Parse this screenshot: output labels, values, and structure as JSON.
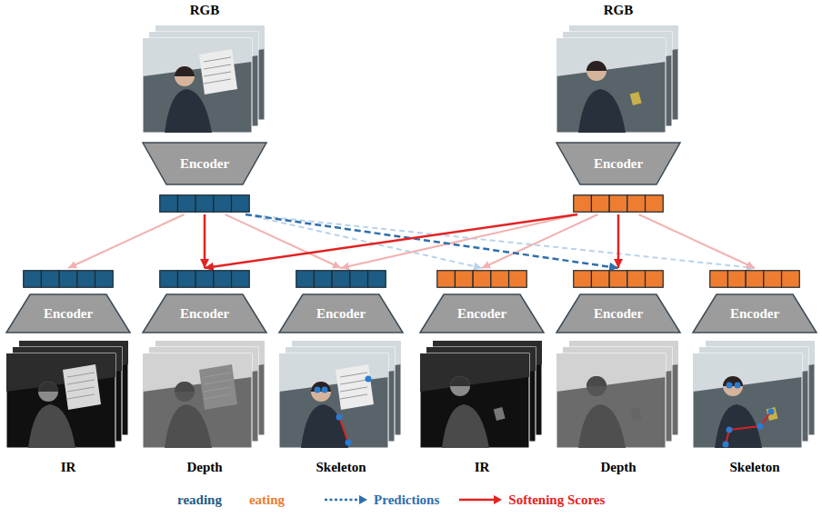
{
  "diagram": {
    "nodes": [
      {
        "text": [
          "RGB",
          "Encoder"
        ]
      },
      {
        "text": [
          "RGB",
          "Encoder"
        ]
      },
      {
        "text": [
          "Encoder",
          "IR"
        ]
      },
      {
        "text": [
          "Encoder",
          "Depth"
        ]
      },
      {
        "text": [
          "Encoder",
          "Skeleton"
        ]
      },
      {
        "text": [
          "Encoder",
          "IR"
        ]
      },
      {
        "text": [
          "Encoder",
          "Depth"
        ]
      },
      {
        "text": [
          "Encoder",
          "Skeleton"
        ]
      }
    ],
    "edges": [
      {
        "from": 0,
        "to": 2,
        "arrow": "to"
      },
      {
        "from": 0,
        "to": 3,
        "arrow": "to"
      },
      {
        "from": 0,
        "to": 4,
        "arrow": "to"
      },
      {
        "from": 0,
        "to": 5,
        "arrow": "to"
      },
      {
        "from": 0,
        "to": 6,
        "arrow": "to"
      },
      {
        "from": 0,
        "to": 7,
        "arrow": "to"
      },
      {
        "from": 1,
        "to": 3,
        "arrow": "to"
      },
      {
        "from": 1,
        "to": 4,
        "arrow": "to"
      },
      {
        "from": 1,
        "to": 5,
        "arrow": "to"
      },
      {
        "from": 1,
        "to": 6,
        "arrow": "to"
      },
      {
        "from": 1,
        "to": 7,
        "arrow": "to"
      }
    ],
    "legend": [
      {
        "text": "reading",
        "color": "#1d5c84"
      },
      {
        "text": "eating",
        "color": "#ee7d31"
      },
      {
        "text": "Predictions"
      },
      {
        "text": "Softening Scores"
      }
    ]
  }
}
